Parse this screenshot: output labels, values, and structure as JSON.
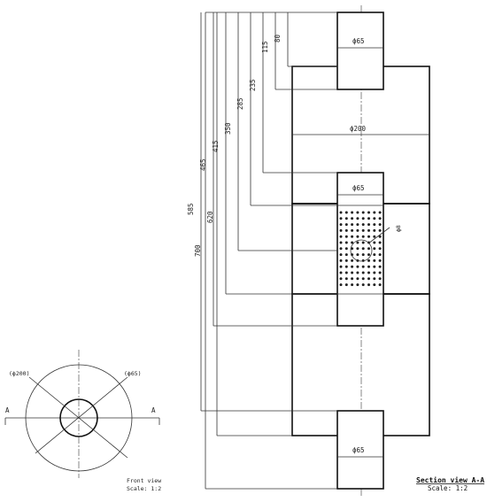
{
  "section": {
    "title": "Section view A-A",
    "scale": "Scale:  1:2",
    "ring_outer_diameter": "ϕ200",
    "bore_top": "ϕ65",
    "bore_mid": "ϕ65",
    "bore_bottom": "ϕ65",
    "hole_callout": "ϕ8",
    "stations": [
      {
        "value": "80"
      },
      {
        "value": "115"
      },
      {
        "value": "235"
      },
      {
        "value": "285"
      },
      {
        "value": "350"
      },
      {
        "value": "415"
      },
      {
        "value": "465"
      },
      {
        "value": "585"
      },
      {
        "value": "620"
      },
      {
        "value": "700"
      }
    ]
  },
  "front": {
    "title": "Front view",
    "scale": "Scale:  1:2",
    "outer_diameter": "(ϕ200)",
    "inner_diameter": "(ϕ65)",
    "section_mark_left": "A",
    "section_mark_right": "A"
  }
}
